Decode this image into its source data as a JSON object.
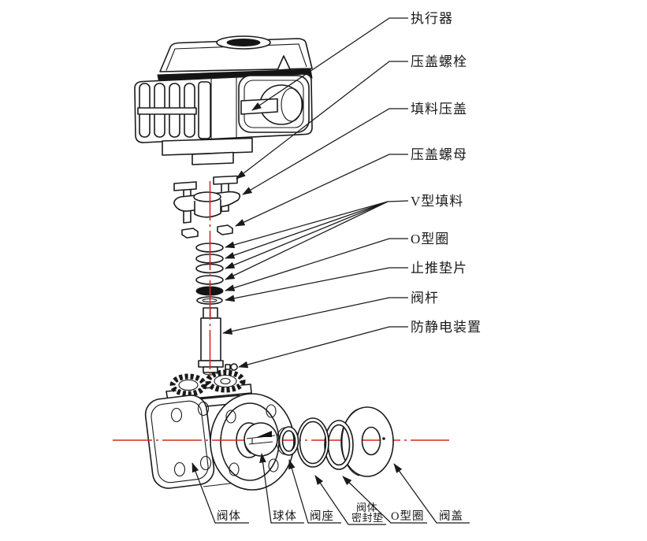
{
  "colors": {
    "line": "#1a1a1a",
    "centerline": "#d3291f",
    "paper": "#ffffff",
    "dark": "#141414"
  },
  "right_labels": [
    {
      "id": "actuator",
      "text": "执行器"
    },
    {
      "id": "gland-bolt",
      "text": "压盖螺栓"
    },
    {
      "id": "packing-gland",
      "text": "填料压盖"
    },
    {
      "id": "gland-nut",
      "text": "压盖螺母"
    },
    {
      "id": "v-packing",
      "text": "V型填料"
    },
    {
      "id": "o-ring-stem",
      "text": "O型圈"
    },
    {
      "id": "thrust-washer",
      "text": "止推垫片"
    },
    {
      "id": "valve-stem",
      "text": "阀杆"
    },
    {
      "id": "antistatic-device",
      "text": "防静电装置"
    }
  ],
  "bottom_labels": [
    {
      "id": "valve-body",
      "text": "阀体"
    },
    {
      "id": "ball",
      "text": "球体"
    },
    {
      "id": "valve-seat",
      "text": "阀座"
    },
    {
      "id": "body-gasket",
      "line1": "阀体",
      "line2": "密封垫"
    },
    {
      "id": "o-ring-body",
      "text": "O型圈"
    },
    {
      "id": "bonnet",
      "text": "阀盖"
    }
  ]
}
